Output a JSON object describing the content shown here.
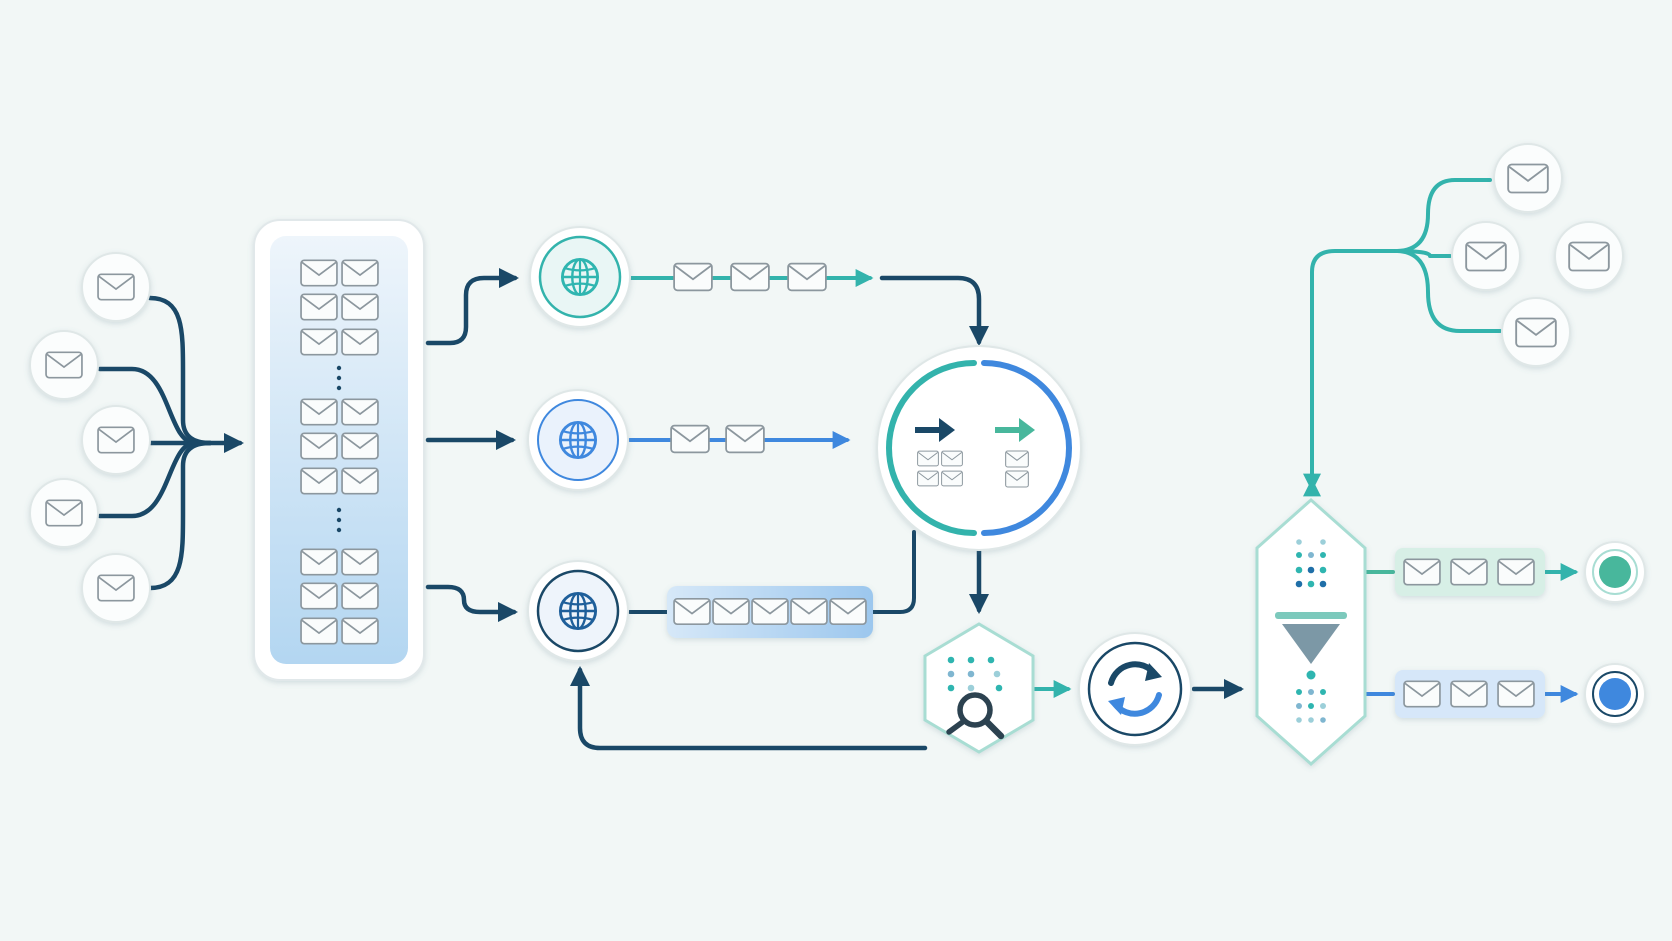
{
  "diagram": {
    "inbound_messages": [
      "envelope-icon",
      "envelope-icon",
      "envelope-icon",
      "envelope-icon",
      "envelope-icon"
    ],
    "queue": {
      "groups": 3,
      "messages_per_group": 6
    },
    "workers": [
      {
        "icon": "globe-icon",
        "color": "#2fb5b0",
        "messages_in_transit": 3
      },
      {
        "icon": "globe-icon",
        "color": "#3f88de",
        "messages_in_transit": 2
      },
      {
        "icon": "globe-icon",
        "color": "#1f4f7a",
        "messages_in_transit": 5
      }
    ],
    "router": {
      "icons": [
        "arrow-right-icon",
        "arrow-right-icon"
      ]
    },
    "inspector": {
      "icon": "magnifier-icon"
    },
    "retry": {
      "icon": "refresh-icon"
    },
    "filter": {
      "icon": "funnel-icon"
    },
    "fanout_messages": 4,
    "outputs": [
      {
        "color": "#48b79c",
        "messages": 3
      },
      {
        "color": "#3f88de",
        "messages": 3
      }
    ],
    "colors": {
      "navy": "#1a4867",
      "teal": "#33b3ac",
      "blue": "#3f88de",
      "green": "#48b79c",
      "background": "#f2f7f6"
    }
  }
}
